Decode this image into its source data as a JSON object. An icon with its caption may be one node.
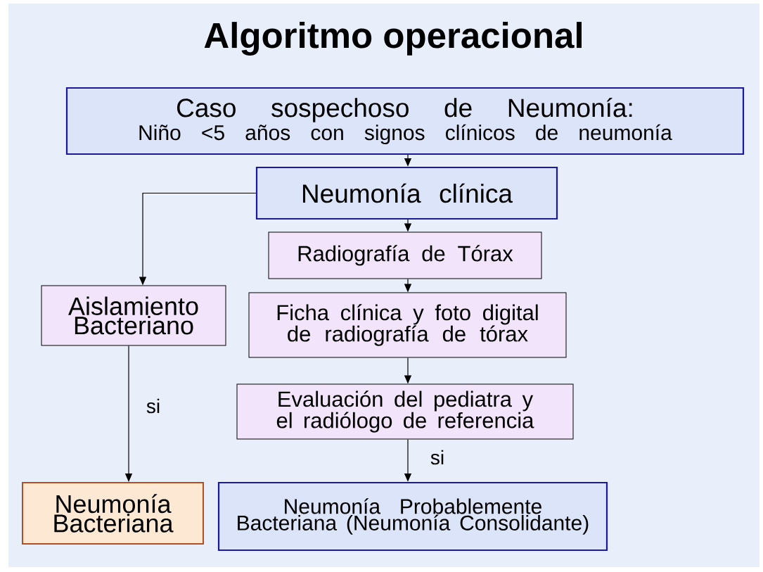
{
  "diagram": {
    "title": "Algoritmo operacional",
    "nodes": [
      {
        "text": [
          "Caso sospechoso de Neumonía:",
          "Niño <5 años con signos clínicos de neumonía"
        ]
      },
      {
        "text": [
          "Neumonía clínica"
        ]
      },
      {
        "text": [
          "Radiografía de Tórax"
        ]
      },
      {
        "text": [
          "Aislamiento Bacteriano"
        ]
      },
      {
        "text": [
          "Ficha clínica y foto digital de radiografía de tórax"
        ]
      },
      {
        "text": [
          "Evaluación del pediatra y el radiólogo de referencia"
        ]
      },
      {
        "text": [
          "Neumonía Bacteriana"
        ]
      },
      {
        "text": [
          "Neumonía Probablemente Bacteriana (Neumonía Consolidante)"
        ]
      }
    ],
    "edges": [
      {
        "from": 0,
        "to": 1,
        "arrow": "to"
      },
      {
        "from": 1,
        "to": 3,
        "arrow": "to"
      },
      {
        "from": 1,
        "to": 2,
        "arrow": "to"
      },
      {
        "from": 2,
        "to": 4,
        "arrow": "to"
      },
      {
        "from": 4,
        "to": 5,
        "arrow": "to"
      },
      {
        "from": 5,
        "to": 7,
        "label": "si",
        "arrow": "to"
      },
      {
        "from": 3,
        "to": 6,
        "label": "si",
        "arrow": "to"
      }
    ]
  }
}
